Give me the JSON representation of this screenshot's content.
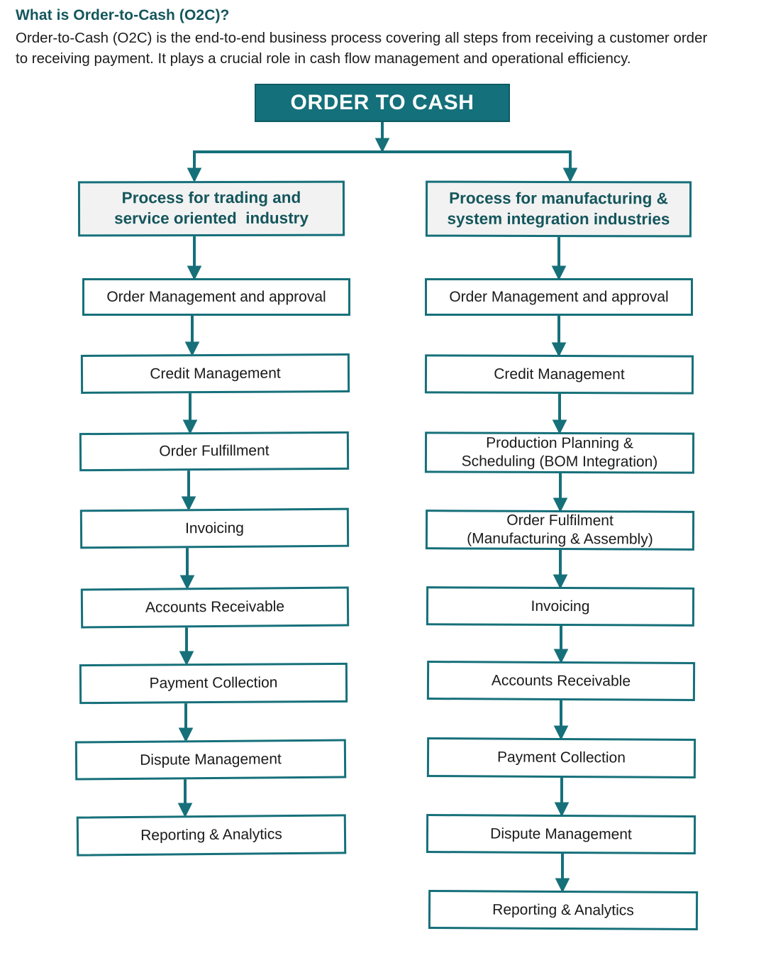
{
  "intro": {
    "title": "What is Order-to-Cash (O2C)?",
    "body": "Order-to-Cash (O2C) is the end-to-end business process covering all steps from receiving a customer order to receiving payment. It plays a crucial role in cash flow management and operational efficiency."
  },
  "colors": {
    "teal": "#16707a",
    "teal_fill": "#14707a",
    "teal_text": "#14565c",
    "header_fill": "#f2f2f2",
    "box_fill": "#ffffff",
    "text": "#1a1a1a"
  },
  "diagram": {
    "root": {
      "label": "ORDER TO CASH"
    },
    "columns": [
      {
        "id": "left",
        "header": "Process for trading and\nservice oriented  industry",
        "steps": [
          "Order Management and approval",
          "Credit Management",
          "Order Fulfillment",
          "Invoicing",
          "Accounts Receivable",
          "Payment Collection",
          "Dispute Management",
          "Reporting & Analytics"
        ]
      },
      {
        "id": "right",
        "header": "Process for manufacturing &\nsystem integration industries",
        "steps": [
          "Order Management and approval",
          "Credit Management",
          "Production Planning &\nScheduling (BOM Integration)",
          "Order Fulfilment\n(Manufacturing & Assembly)",
          "Invoicing",
          "Accounts Receivable",
          "Payment Collection",
          "Dispute Management",
          "Reporting & Analytics"
        ]
      }
    ]
  }
}
